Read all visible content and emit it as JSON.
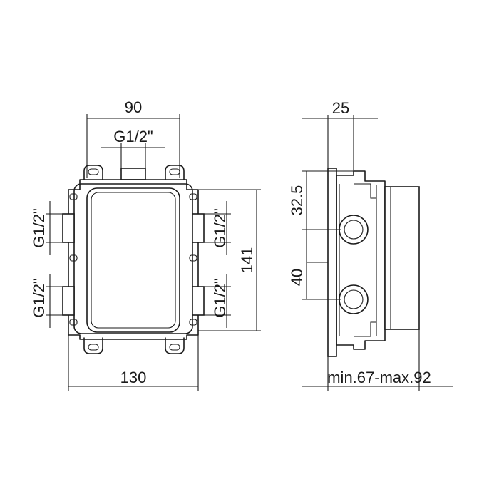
{
  "dimensions": {
    "front_width_top": "90",
    "front_inlet_top": "G1/2\"",
    "left_port_upper": "G1/2\"",
    "left_port_lower": "G1/2\"",
    "right_port_upper": "G1/2\"",
    "right_port_lower": "G1/2\"",
    "front_height": "141",
    "front_width_bottom": "130",
    "side_depth_top": "25",
    "side_offset_upper": "32.5",
    "side_port_spacing": "40",
    "side_depth_range": "min.67-max.92"
  }
}
